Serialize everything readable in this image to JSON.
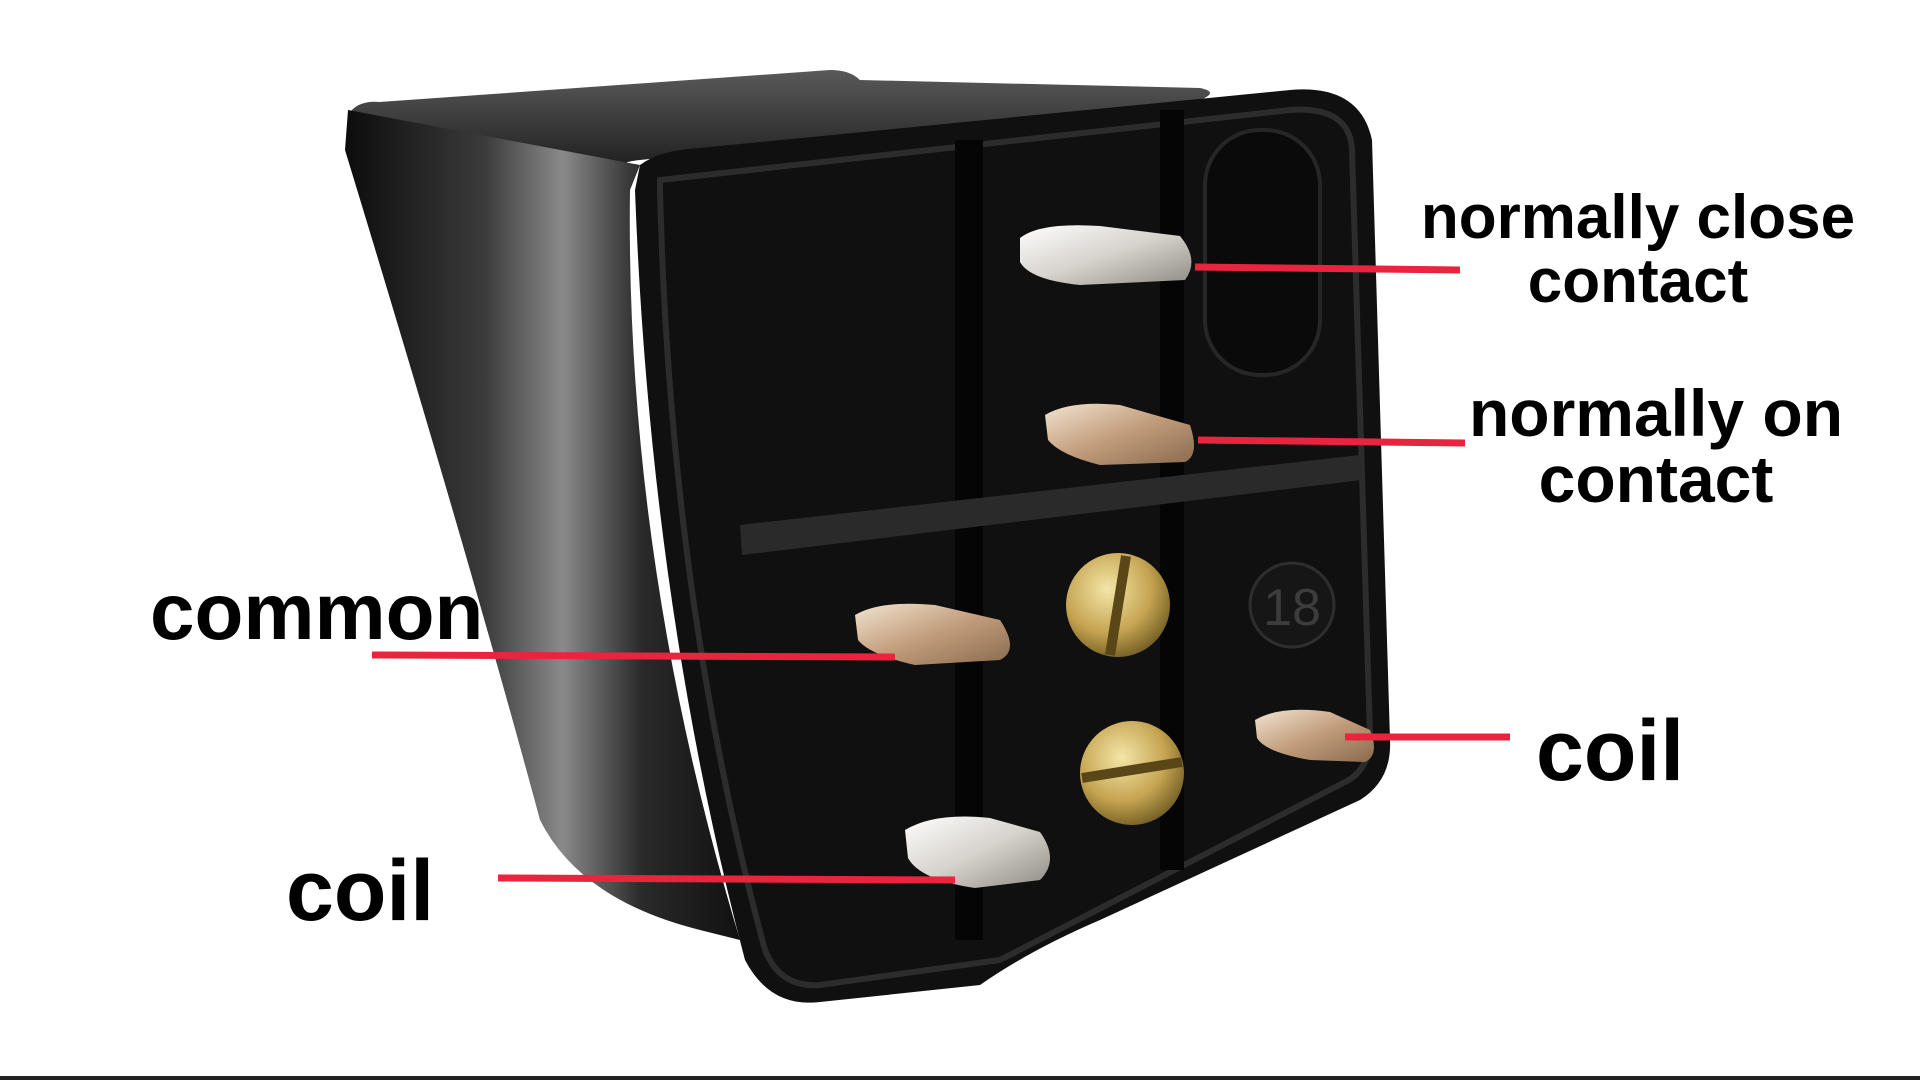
{
  "labels": {
    "normally_close": {
      "line1": "normally close",
      "line2": "contact"
    },
    "normally_on": {
      "line1": "normally on",
      "line2": "contact"
    },
    "common": "common",
    "coil_left": "coil",
    "coil_right": "coil"
  },
  "relay": {
    "socket_number": "18"
  },
  "colors": {
    "leader_line": "#e8243f",
    "label_text": "#000000",
    "relay_body": "#141414",
    "terminal_metal": "#c9a98a",
    "brass_screw": "#c8a854",
    "background": "#ffffff"
  }
}
